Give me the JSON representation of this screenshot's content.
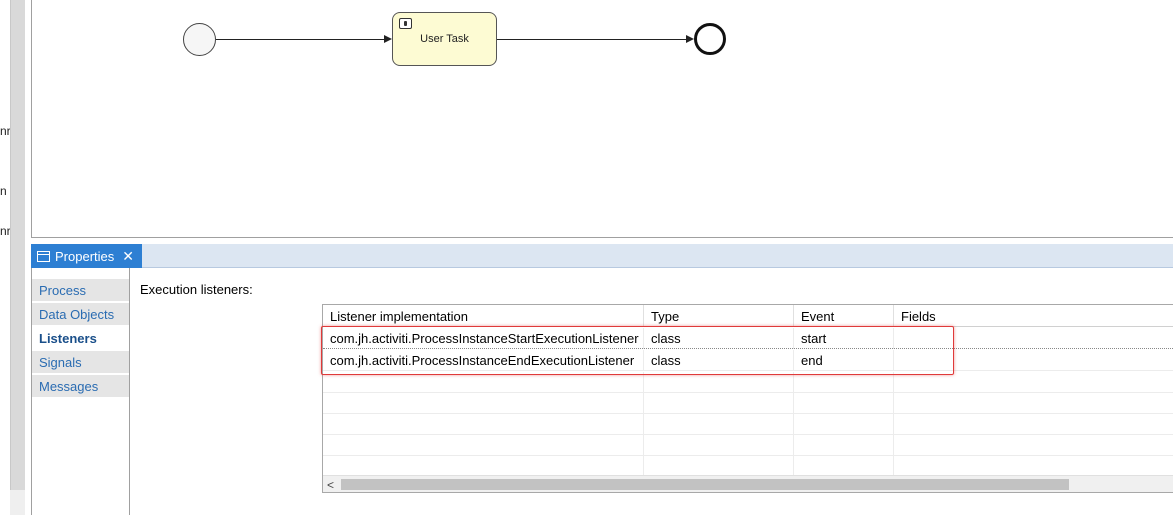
{
  "left_edge_fragments": [
    "nr",
    "n",
    "nr"
  ],
  "diagram": {
    "user_task_label": "User Task"
  },
  "properties_panel": {
    "tab_title": "Properties",
    "close_glyph": "✕",
    "side_tabs": [
      {
        "label": "Process",
        "active": false
      },
      {
        "label": "Data Objects",
        "active": false
      },
      {
        "label": "Listeners",
        "active": true
      },
      {
        "label": "Signals",
        "active": false
      },
      {
        "label": "Messages",
        "active": false
      }
    ],
    "section_label": "Execution listeners:",
    "table": {
      "columns": [
        "Listener implementation",
        "Type",
        "Event",
        "Fields"
      ],
      "rows": [
        [
          "com.jh.activiti.ProcessInstanceStartExecutionListener",
          "class",
          "start",
          ""
        ],
        [
          "com.jh.activiti.ProcessInstanceEndExecutionListener",
          "class",
          "end",
          ""
        ]
      ]
    },
    "scroll_left_glyph": "<"
  },
  "colors": {
    "tab_active_bg": "#2d7fd3",
    "task_fill": "#fdfbd3",
    "highlight_border": "#e03a3a",
    "side_tab_text": "#2a6cb2"
  }
}
